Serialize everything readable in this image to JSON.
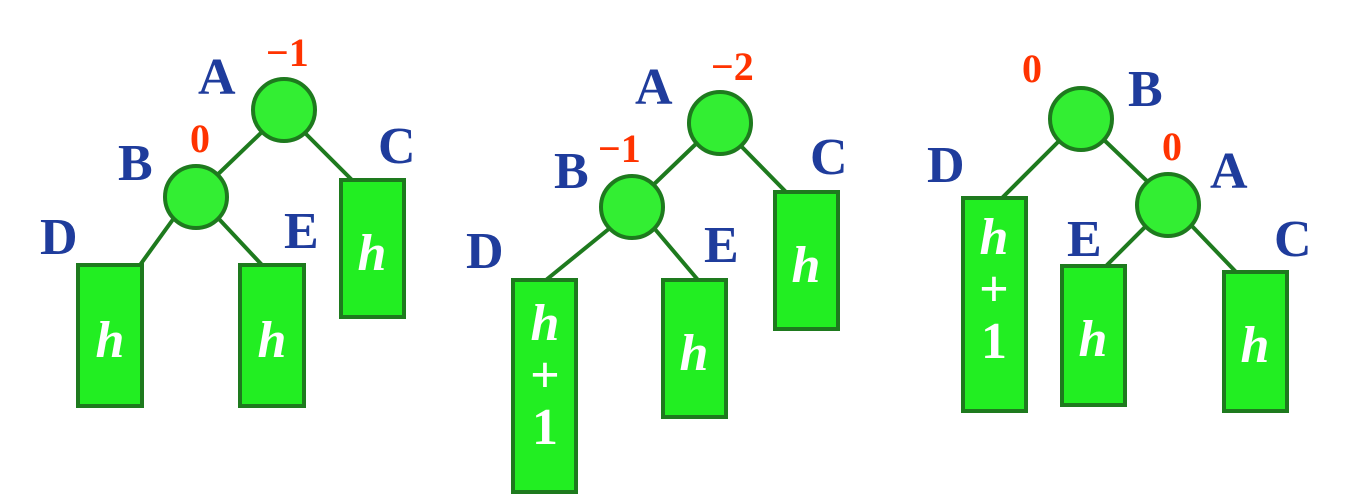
{
  "diagrams": [
    {
      "nodes": [
        {
          "id": "A",
          "label": "A",
          "balance": "−1"
        },
        {
          "id": "B",
          "label": "B",
          "balance": "0"
        }
      ],
      "leaves": [
        {
          "id": "D",
          "label": "D",
          "height_text": [
            "h"
          ]
        },
        {
          "id": "E",
          "label": "E",
          "height_text": [
            "h"
          ]
        },
        {
          "id": "C",
          "label": "C",
          "height_text": [
            "h"
          ]
        }
      ]
    },
    {
      "nodes": [
        {
          "id": "A",
          "label": "A",
          "balance": "−2"
        },
        {
          "id": "B",
          "label": "B",
          "balance": "−1"
        }
      ],
      "leaves": [
        {
          "id": "D",
          "label": "D",
          "height_text": [
            "h",
            "+",
            "1"
          ]
        },
        {
          "id": "E",
          "label": "E",
          "height_text": [
            "h"
          ]
        },
        {
          "id": "C",
          "label": "C",
          "height_text": [
            "h"
          ]
        }
      ]
    },
    {
      "nodes": [
        {
          "id": "B",
          "label": "B",
          "balance": "0"
        },
        {
          "id": "A",
          "label": "A",
          "balance": "0"
        }
      ],
      "leaves": [
        {
          "id": "D",
          "label": "D",
          "height_text": [
            "h",
            "+",
            "1"
          ]
        },
        {
          "id": "E",
          "label": "E",
          "height_text": [
            "h"
          ]
        },
        {
          "id": "C",
          "label": "C",
          "height_text": [
            "h"
          ]
        }
      ]
    }
  ]
}
